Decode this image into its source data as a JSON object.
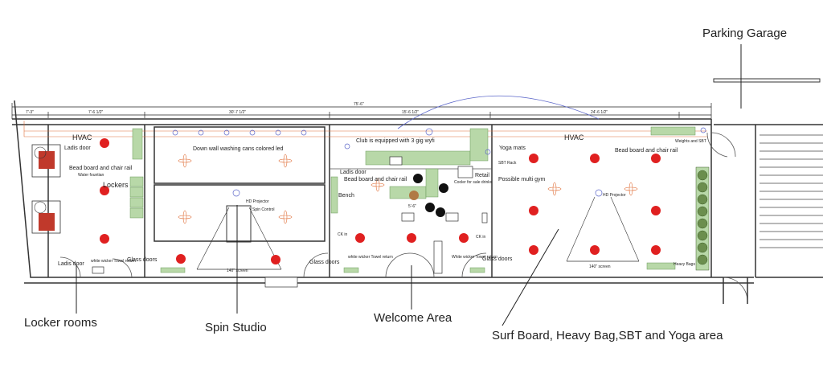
{
  "callouts": {
    "parking": "Parking Garage",
    "locker_rooms": "Locker rooms",
    "spin_studio": "Spin Studio",
    "welcome_area": "Welcome Area",
    "surf_area": "Surf Board, Heavy Bag,SBT and Yoga area"
  },
  "dimensions": {
    "overall": "75'-6\"",
    "d1": "7'-3\"",
    "d2": "7'-6 1/2\"",
    "d3": "30'-7 1/2\"",
    "d4": "15'-6 1/2\"",
    "d5": "24'-6 1/2\"",
    "d6": "5'-6\""
  },
  "labels": {
    "hvac_left": "HVAC",
    "hvac_right": "HVAC",
    "ladies_door_top": "Ladis door",
    "bead_board_left": "Bead board and chair rail",
    "water_fountain": "Water fountian",
    "lockers": "Lockers",
    "ladies_door_bottom": "Ladis door",
    "towel_return_left": "white wicker\nTowel return",
    "glass_doors_1": "Glass doors",
    "down_wall": "Down wall washing cans colored led",
    "hd_projector_spin": "HD Projector",
    "spin_control": "Spin Control",
    "screen_spin": "140\" screen",
    "wifi": "Club is equipped with 3 gig wyfi",
    "ladies_door_center": "Ladis door",
    "bead_board_center": "Bead board and chair rail",
    "bench": "Bench",
    "cooler": "Cooler for\nsale drinks",
    "retail": "Retail",
    "ck_in_left": "CK in",
    "ck_in_right": "CK in",
    "glass_doors_2": "Glass doors",
    "towel_return_center": "white wicker\nTowel return",
    "towel_return_right": "White wicker\nTowel return",
    "glass_doors_3": "Glass doors",
    "yoga_mats": "Yoga mats",
    "sbt_rack": "SBT Rack",
    "possible_multi_gym": "Possible multi gym",
    "bead_board_right": "Bead board and chair rail",
    "weights_sbt": "Weights and SBT",
    "hd_projector_right": "HD Projector",
    "screen_right": "140\" screen",
    "heavy_bags": "Heavy Bags"
  }
}
